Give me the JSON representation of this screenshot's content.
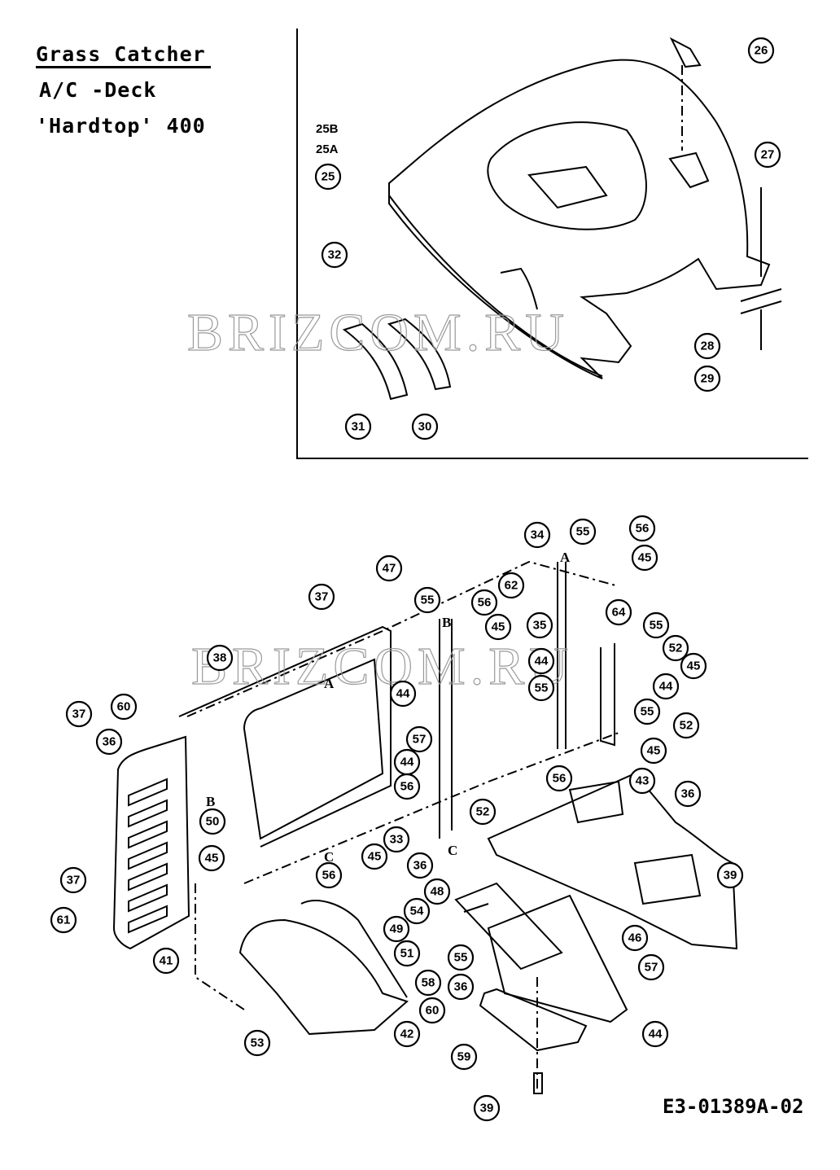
{
  "header": {
    "title": "Grass Catcher",
    "subtitle": "A/C -Deck",
    "model": "'Hardtop' 400"
  },
  "variant_labels": [
    "25B",
    "25A"
  ],
  "watermark": "BRIZCOM.RU",
  "drawing_code": "E3-01389A-02",
  "reference_letters": [
    "A",
    "B",
    "C"
  ],
  "top_callouts": [
    "26",
    "27",
    "25",
    "32",
    "28",
    "29",
    "31",
    "30"
  ],
  "bottom_callouts": [
    "34",
    "55",
    "56",
    "45",
    "47",
    "37",
    "55",
    "62",
    "56",
    "45",
    "35",
    "64",
    "55",
    "52",
    "45",
    "44",
    "55",
    "44",
    "55",
    "52",
    "45",
    "38",
    "44",
    "37",
    "60",
    "36",
    "57",
    "44",
    "56",
    "56",
    "43",
    "36",
    "52",
    "50",
    "33",
    "45",
    "45",
    "56",
    "36",
    "37",
    "48",
    "39",
    "54",
    "61",
    "49",
    "46",
    "51",
    "55",
    "57",
    "41",
    "58",
    "36",
    "60",
    "42",
    "44",
    "53",
    "59",
    "39"
  ]
}
